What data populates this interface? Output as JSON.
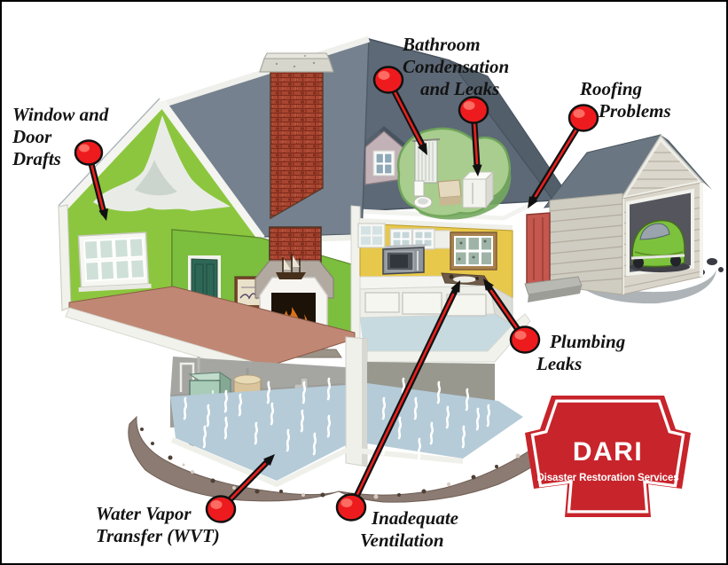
{
  "canvas": {
    "background": "#FFFFFF",
    "border_color": "#000000"
  },
  "callout_labels": {
    "window_door_drafts": {
      "lines": [
        "Window and",
        "Door",
        "Drafts"
      ]
    },
    "bathroom_condensation": {
      "lines": [
        "Bathroom",
        "Condensation",
        "and Leaks"
      ]
    },
    "roofing_problems": {
      "lines": [
        "Roofing",
        "Problems"
      ]
    },
    "plumbing_leaks": {
      "lines": [
        "Plumbing",
        "Leaks"
      ]
    },
    "water_vapor_transfer": {
      "lines": [
        "Water Vapor",
        "Transfer (WVT)"
      ]
    },
    "inadequate_ventilation": {
      "lines": [
        "Inadequate",
        "Ventilation"
      ]
    }
  },
  "logo": {
    "acronym": "DARI",
    "tagline": "Disaster Restoration Services",
    "shape": "keystone",
    "color": "#C8242B"
  },
  "colors": {
    "marker_red": "#EE1B1E",
    "house_green": "#8CC63E",
    "roof_gray": "#75818E",
    "kitchen_yellow": "#E8C84A",
    "label_text": "#141414"
  }
}
